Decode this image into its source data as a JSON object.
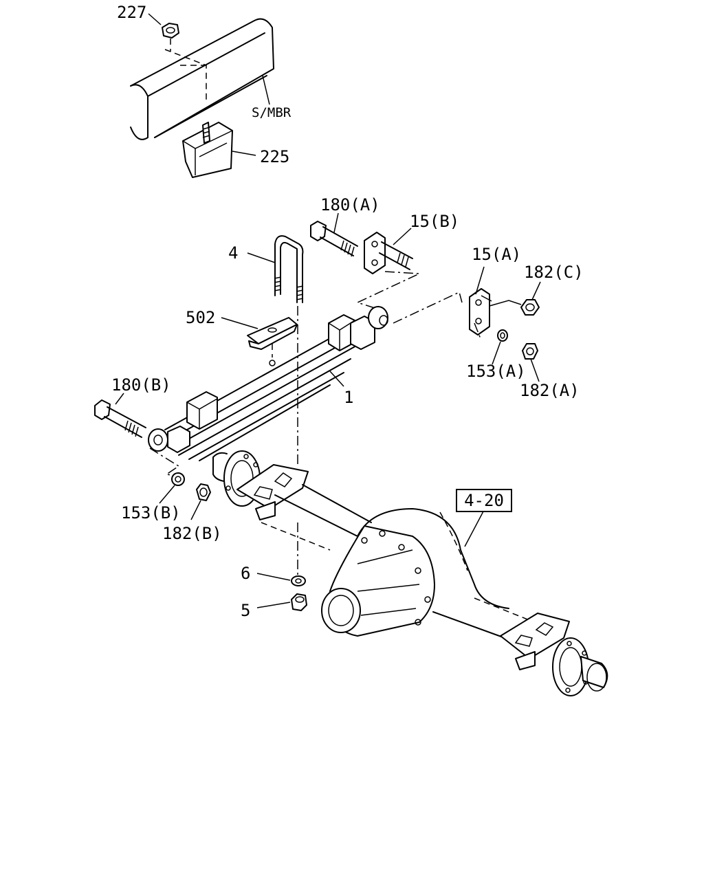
{
  "callouts": {
    "c227": "227",
    "smbr": "S/MBR",
    "c225": "225",
    "c180a": "180(A)",
    "c15b": "15(B)",
    "c15a": "15(A)",
    "c182c": "182(C)",
    "c4": "4",
    "c502": "502",
    "c153a": "153(A)",
    "c182a": "182(A)",
    "c1": "1",
    "c180b": "180(B)",
    "c153b": "153(B)",
    "c182b": "182(B)",
    "c6": "6",
    "c5": "5"
  },
  "reference": {
    "label": "4-20"
  }
}
